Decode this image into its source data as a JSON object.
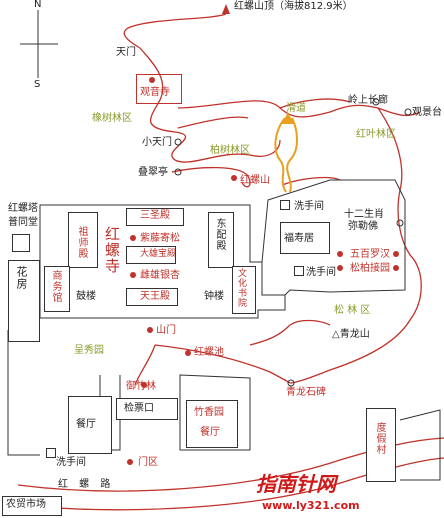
{
  "colors": {
    "road": "#c0322b",
    "path": "#e8a020",
    "building": "#333333",
    "label_red": "#c0322b",
    "label_olive": "#8a9a2a"
  },
  "compass": {
    "n": "N",
    "s": "S"
  },
  "places": {
    "summit": "红螺山顶（海拔812.9米）",
    "tianmen": "天门",
    "guanyinsi": "观音寺",
    "xiangshulin": "橡树林区",
    "xiaotianmen": "小天门",
    "baishulin": "柏树林区",
    "dieculting": "叠翠亭",
    "hongluoshan": "红螺山",
    "huadao": "滑道",
    "lingshang": "岭上长廊",
    "guanjingtai": "观景台",
    "hongyelin": "红叶林区",
    "xishoujian1": "洗手间",
    "fushouju": "福寿居",
    "shiershengxiao": "十二生肖",
    "milefo": "弥勒佛",
    "wubailuohan": "五百罗汉",
    "songbaijian": "松柏接园",
    "xishoujian2": "洗手间",
    "songlin": "松 林 区",
    "qinglongshan": "△青龙山",
    "hongluota": "红螺塔",
    "puhuitang": "普同堂",
    "hongluosi": "红螺寺",
    "zushidian": "祖师殿",
    "sanshengdian": "三圣殿",
    "ziteng": "紫藤寄松",
    "daxiongbaodian": "大雄宝殿",
    "cixiong": "雌雄银杏",
    "tianwangdian": "天王殿",
    "dongpeidian": "东配殿",
    "shangwuguan": "商务馆",
    "gulou": "鼓楼",
    "zhonglou": "钟楼",
    "wenhuashuyuan": "文化书院",
    "huafang": "花房",
    "shanmen": "山门",
    "chengxiuyuan": "呈秀园",
    "hongluochi": "红螺池",
    "qinglongshibei": "青龙石碑",
    "yuzhulin": "御竹林",
    "jianpiaokou": "检票口",
    "canting1": "餐厅",
    "zhuxiangyuan": "竹香园",
    "canting2": "餐厅",
    "xishoujian3": "洗手间",
    "menqu": "门区",
    "dujiacun": "度假村",
    "nongmao": "农贸市场",
    "road": "红   螺   路"
  },
  "watermark": {
    "brand": "指南针网",
    "url": "www.ly321.com"
  }
}
